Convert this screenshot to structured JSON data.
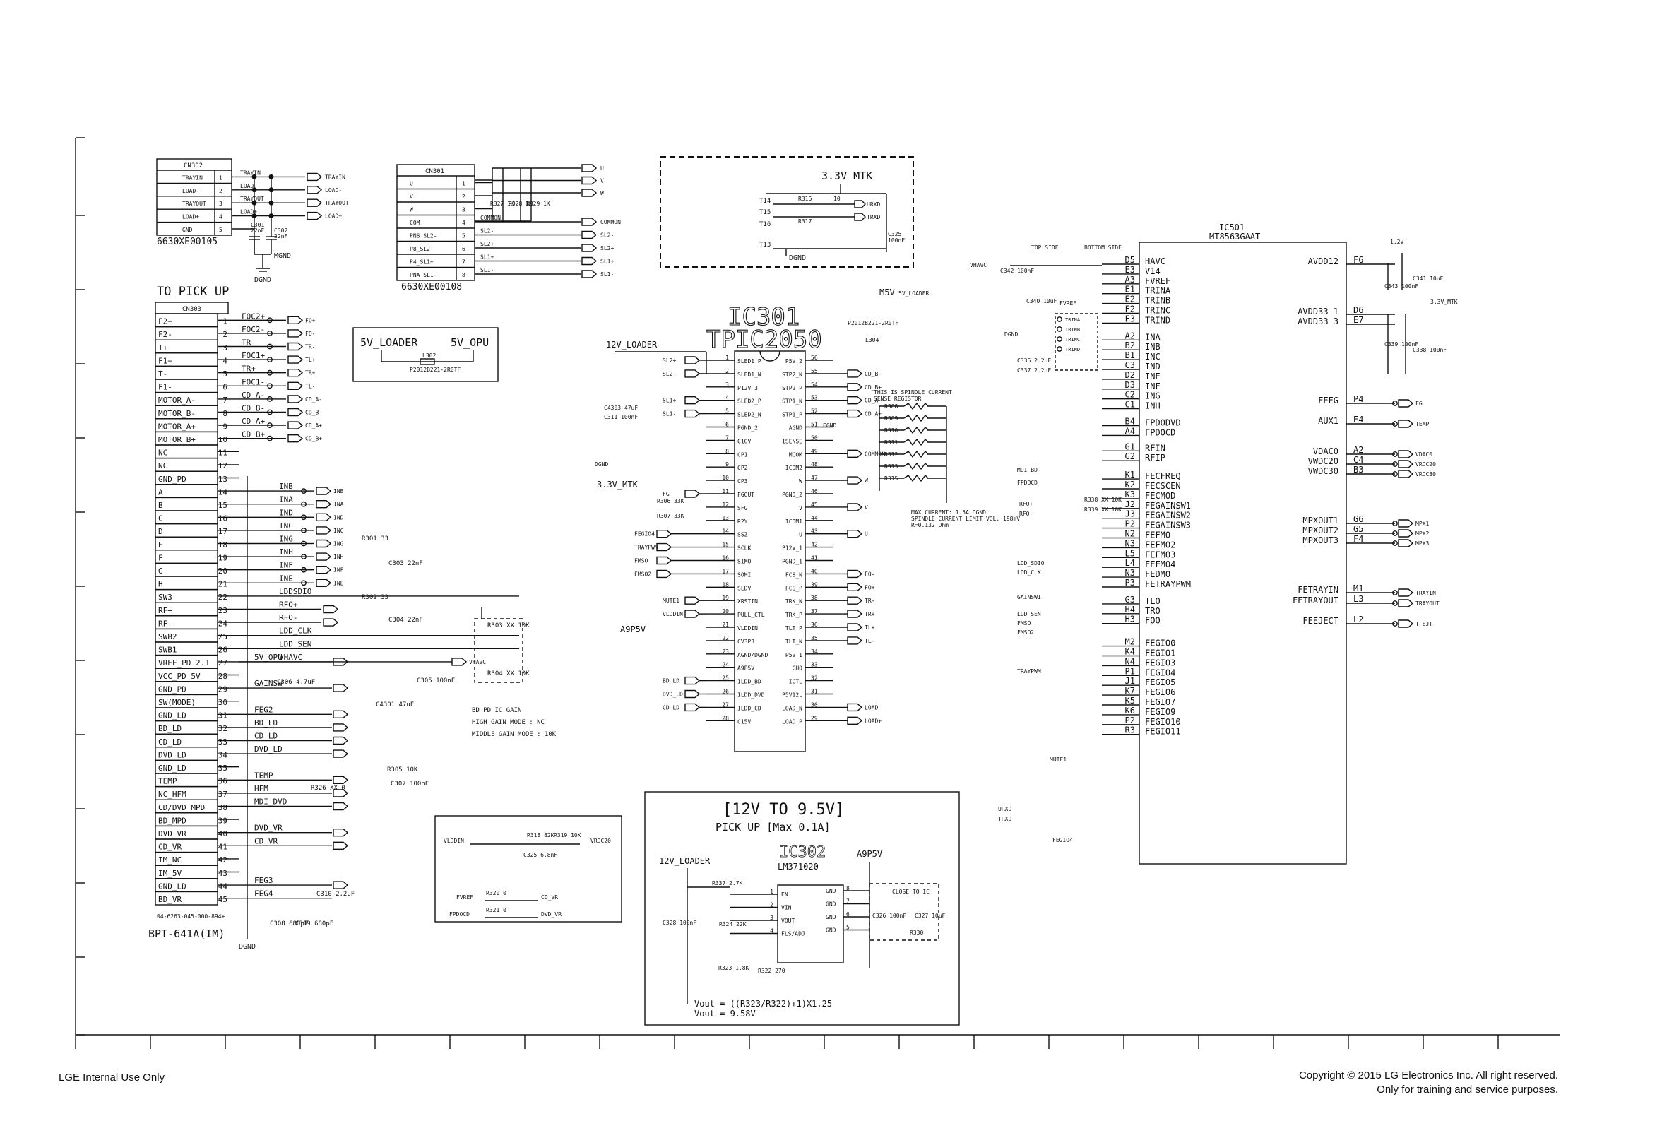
{
  "footer": {
    "left": "LGE Internal Use Only",
    "copyright": "Copyright © 2015 LG Electronics Inc. All right reserved.",
    "purpose": "Only for training and service purposes."
  },
  "sections": {
    "to_pick_up": "TO PICK UP",
    "dgnd": "DGND",
    "mgnd": "MGND"
  },
  "cn302": {
    "name": "CN302",
    "part": "6630XE00105",
    "pins": [
      "TRAYIN",
      "LOAD-",
      "TRAYOUT",
      "LOAD+",
      "GND"
    ],
    "nets": [
      "TRAYIN",
      "LOAD-",
      "TRAYOUT",
      "LOAD+"
    ],
    "cap1": "C301",
    "cap1v": "22nF",
    "cap2": "C302",
    "cap2v": "22nF"
  },
  "cn301": {
    "name": "CN301",
    "part": "6630XE00108",
    "pins": [
      "U",
      "V",
      "W",
      "COM",
      "PNS_SL2-",
      "P8_SL2+",
      "P4_SL1+",
      "PNA_SL1-"
    ],
    "nets": [
      "U",
      "V",
      "W",
      "COMMON",
      "SL2-",
      "SL2+",
      "SL1+",
      "SL1-"
    ],
    "res": [
      "R327 1K",
      "R328 1K",
      "R329 1K"
    ]
  },
  "mtk_box": {
    "title": "3.3V_MTK",
    "pins": [
      "T14",
      "T15",
      "T16",
      "T13"
    ],
    "res": [
      "R316",
      "R317"
    ],
    "rv": "10",
    "nets": [
      "URXD",
      "TRXD"
    ],
    "cap": "C325",
    "capv": "100nF",
    "gnd": "DGND"
  },
  "loader_box": {
    "left": "5V_LOADER",
    "right": "5V_OPU",
    "part": "L302",
    "partno": "P2012B221-2R0TF"
  },
  "cn303": {
    "name": "CN303",
    "part": "04-6263-045-000-894+",
    "model": "BPT-641A(IM)",
    "pins": [
      "F2+",
      "F2-",
      "T+",
      "F1+",
      "T-",
      "F1-",
      "MOTOR_A-",
      "MOTOR_B-",
      "MOTOR_A+",
      "MOTOR_B+",
      "NC",
      "NC",
      "GND_PD",
      "A",
      "B",
      "C",
      "D",
      "E",
      "F",
      "G",
      "H",
      "SW3",
      "RF+",
      "RF-",
      "SWB2",
      "SWB1",
      "VREF_PD 2.1",
      "VCC_PD 5V",
      "GND_PD",
      "SW(MODE)",
      "GND_LD",
      "BD_LD",
      "CD_LD",
      "DVD_LD",
      "GND_LD",
      "TEMP",
      "NC_HFM",
      "CD/DVD_MPD",
      "BD_MPD",
      "DVD_VR",
      "CD_VR",
      "IM_NC",
      "IM_5V",
      "GND_LD",
      "BD_VR"
    ],
    "nets_top": [
      "FOC2+",
      "FOC2-",
      "TR-",
      "FOC1+",
      "TR+",
      "FOC1-",
      "CD_A-",
      "CD_B-",
      "CD_A+",
      "CD_B+"
    ],
    "nets_top_out": [
      "FO+",
      "FO-",
      "TR-",
      "TL+",
      "TR+",
      "TL-",
      "CD_A-",
      "CD_B-",
      "CD_A+",
      "CD_B+"
    ],
    "nets_mid": [
      "INB",
      "INA",
      "IND",
      "INC",
      "ING",
      "INH",
      "INF",
      "INE",
      "LDDSDIO",
      "RFO+",
      "RFO-",
      "LDD_CLK",
      "LDD_SEN",
      "VHAVC"
    ],
    "nets_mid_out": [
      "INB",
      "INA",
      "IND",
      "INC",
      "ING",
      "INH",
      "INF",
      "INE"
    ],
    "nets_low": [
      "5V_OPU",
      "GAINSW",
      "FEG2",
      "BD_LD",
      "CD_LD",
      "DVD_LD",
      "TEMP",
      "HFM",
      "MDI_DVD",
      "DVD_VR",
      "CD_VR",
      "FEG3",
      "FEG4"
    ],
    "caps": [
      "C306 4.7uF",
      "C4301 47uF",
      "C305 100nF",
      "C307 100nF",
      "C308 680pF",
      "C309 680pF",
      "C310 2.2uF",
      "C303 22nF",
      "C304 22nF"
    ],
    "res": [
      "R301 33",
      "R302 33",
      "R303 XX 10K",
      "R304 XX 10K",
      "R305 10K",
      "R326 XX 0"
    ]
  },
  "bd_gain": {
    "title": "BD PD IC GAIN",
    "line1": "HIGH GAIN MODE : NC",
    "line2": "MIDDLE GAIN MODE : 10K"
  },
  "ic301": {
    "name": "IC301",
    "part": "TPIC2050",
    "left": [
      "SLED1_P",
      "SLED1_N",
      "P12V_3",
      "SLED2_P",
      "SLED2_N",
      "PGND_2",
      "C1OV",
      "CP1",
      "CP2",
      "CP3",
      "FGOUT",
      "SFG",
      "R2Y",
      "SSZ",
      "SCLK",
      "SIMO",
      "SOMI",
      "SLDV",
      "XRSTIN",
      "PULL_CTL",
      "VLDDIN",
      "CV3P3",
      "AGND/DGND",
      "A9P5V",
      "ILDD_BD",
      "ILDD_DVD",
      "ILDD_CD",
      "C15V"
    ],
    "right": [
      "P5V_2",
      "STP2_N",
      "STP2_P",
      "STP1_N",
      "STP1_P",
      "AGND",
      "ISENSE",
      "MCOM",
      "ICOM2",
      "W",
      "PGND_2",
      "V",
      "ICOM1",
      "U",
      "P12V_1",
      "PGND_1",
      "FCS_N",
      "FCS_P",
      "TRK_N",
      "TRK_P",
      "TLT_P",
      "TLT_N",
      "P5V_1",
      "CH0",
      "ICTL",
      "P5V12L",
      "LOAD_N",
      "LOAD_P"
    ],
    "lnets": [
      "SL2+",
      "SL2-",
      "SL1+",
      "SL1-",
      "FG",
      "FEGIO4",
      "TRAYPWM",
      "FMSO",
      "FMSO2",
      "MUTE1",
      "VLDDIN",
      "BD_LD",
      "DVD_LD",
      "CD_LD"
    ],
    "rnets": [
      "CD_B-",
      "CD_B+",
      "CD_A-",
      "CD_A+",
      "COMMON",
      "W",
      "V",
      "U",
      "FO-",
      "FO+",
      "TR-",
      "TR+",
      "TL+",
      "TL-",
      "LOAD-",
      "LOAD+"
    ],
    "labels": [
      "12V_LOADER",
      "3.3V_MTK",
      "M5V",
      "5V_LOADER",
      "A9P5V",
      "DGND",
      "EGND",
      "R306 33K",
      "R307 33K",
      "C4303 47uF",
      "C311 100nF"
    ],
    "note1": "THIS IS SPINDLE CURRENT",
    "note2": "SENSE REGISTOR",
    "note3": "MAX CURRENT: 1.5A DGND",
    "note4": "SPINDLE CURRENT LIMIT VOL: 198mV",
    "note5": "R=0.132 Ohm",
    "sense": [
      "R308",
      "R309",
      "R310",
      "R311",
      "R312",
      "R313",
      "R315"
    ],
    "coil": "L304",
    "coilpart": "P2012B221-2R0TF"
  },
  "ic501": {
    "name": "IC501",
    "part": "MT8563GAAT",
    "left": [
      "HAVC",
      "V14",
      "FVREF",
      "TRINA",
      "TRINB",
      "TRINC",
      "TRIND",
      "INA",
      "INB",
      "INC",
      "IND",
      "INE",
      "INF",
      "ING",
      "INH",
      "FPDODVD",
      "FPDOCD",
      "RFIN",
      "RFIP",
      "FECFREQ",
      "FECSCEN",
      "FECMOD",
      "FEGAINSW1",
      "FEGAINSW2",
      "FEGAINSW3",
      "FEFMO",
      "FEFMO2",
      "FEFMO3",
      "FEFMO4",
      "FEDMO",
      "FETRAYPWM",
      "TLO",
      "TRO",
      "FOO",
      "FEGIO0",
      "FEGIO1",
      "FEGIO3",
      "FEGIO4",
      "FEGIO5",
      "FEGIO6",
      "FEGIO7",
      "FEGIO9",
      "FEGIO10",
      "FEGIO11"
    ],
    "lpins": [
      "D5",
      "E3",
      "A3",
      "E1",
      "E2",
      "F2",
      "F3",
      "A2",
      "B2",
      "B1",
      "C3",
      "D2",
      "D3",
      "C2",
      "C1",
      "B4",
      "A4",
      "G1",
      "G2",
      "K1",
      "K2",
      "K3",
      "J2",
      "J3",
      "P2",
      "N2",
      "N3",
      "L5",
      "L4",
      "N3",
      "P3",
      "G3",
      "H4",
      "H3",
      "M2",
      "K4",
      "N4",
      "P1",
      "J1",
      "K7",
      "K5",
      "K6",
      "P2",
      "R3"
    ],
    "right": [
      "AVDD12",
      "AVDD33_1",
      "AVDD33_3",
      "FEFG",
      "AUX1",
      "VDAC0",
      "VWDC20",
      "VWDC30",
      "MPXOUT1",
      "MPXOUT2",
      "MPXOUT3",
      "FETRAYIN",
      "FETRAYOUT",
      "FEEJECT"
    ],
    "rpins": [
      "F6",
      "D6",
      "E7",
      "P4",
      "E4",
      "A2",
      "C4",
      "B3",
      "G6",
      "G5",
      "F4",
      "M1",
      "L3",
      "L2"
    ],
    "rnets": [
      "",
      "",
      "",
      "FG",
      "TEMP",
      "VDAC0",
      "VRDC20",
      "VRDC30",
      "MPX1",
      "MPX2",
      "MPX3",
      "TRAYIN",
      "TRAYOUT",
      "T_EJT"
    ],
    "labels": [
      "TOP SIDE",
      "BOTTOM SIDE",
      "1.2V",
      "3.3V_MTK",
      "VHAVC",
      "FVREF",
      "DGND",
      "MDI_BD",
      "FPDOCD",
      "RFO+",
      "RFO-",
      "LDD_SDIO",
      "LDD_CLK",
      "GAINSW1",
      "LDD_SEN",
      "FMSO",
      "FMSO2",
      "TRAYPWM",
      "MUTE1",
      "C336 2.2uF",
      "C337 2.2uF",
      "C342 100nF",
      "C340 10uF",
      "C343 100nF",
      "C341 10uF",
      "C339 100nF",
      "C338 100nF",
      "R338 XX 10K",
      "R339 XX 10K",
      "URXD",
      "TRXD",
      "FEGIO4"
    ],
    "trin": [
      "TRINA",
      "TRINB",
      "TRINC",
      "TRIND"
    ]
  },
  "ic302_box": {
    "title": "[12V TO 9.5V]",
    "subtitle": "PICK UP [Max 0.1A]",
    "name": "IC302",
    "part": "LM371020",
    "left": [
      "EN",
      "VIN",
      "VOUT",
      "FLS/ADJ"
    ],
    "right": [
      "GND",
      "GND",
      "GND",
      "GND"
    ],
    "labels": [
      "12V_LOADER",
      "A9P5V",
      "CLOSE TO IC",
      "R337 2.7K",
      "R324 22K",
      "R323 1.8K",
      "R322 270",
      "C328 100nF",
      "C326 100nF",
      "C327 10uF",
      "R330"
    ],
    "formula1": "Vout = ((R323/R322)+1)X1.25",
    "formula2": "Vout = 9.58V"
  },
  "vldd_box": {
    "nets": [
      "VLDDIN",
      "VRDC20",
      "FVREF",
      "CD_VR",
      "FPDOCD",
      "DVD_VR"
    ],
    "parts": [
      "R318 82K",
      "R319 10K",
      "C325 6.8nF",
      "R320 0",
      "R321 0"
    ]
  }
}
